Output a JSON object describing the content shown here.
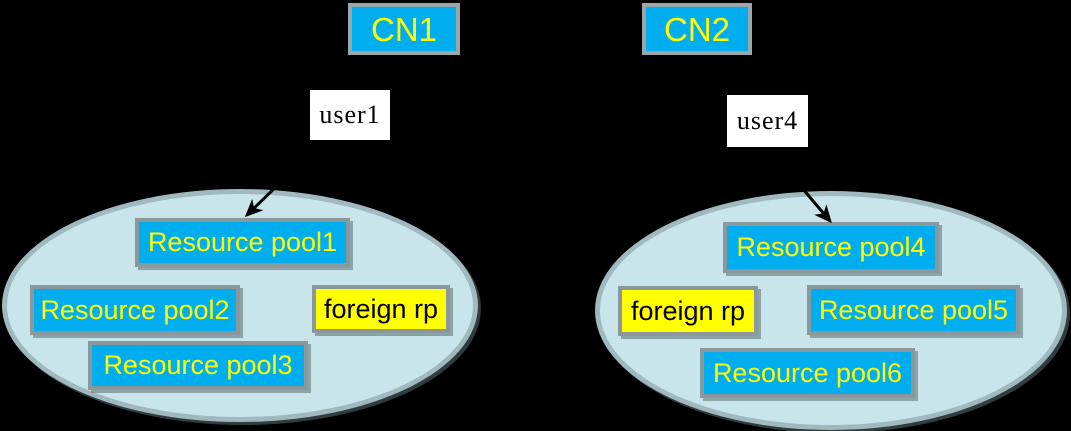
{
  "diagram": {
    "left": {
      "cn_label": "CN1",
      "user_label": "user1",
      "pools": [
        "Resource pool1",
        "Resource pool2",
        "Resource pool3"
      ],
      "foreign_label": "foreign rp"
    },
    "right": {
      "cn_label": "CN2",
      "user_label": "user4",
      "pools": [
        "Resource pool4",
        "Resource pool5",
        "Resource pool6"
      ],
      "foreign_label": "foreign rp"
    },
    "connections": [
      {
        "from": "user1",
        "to": "CN1"
      },
      {
        "from": "user1",
        "to": "Resource pool1"
      },
      {
        "from": "user4",
        "to": "CN2"
      },
      {
        "from": "user4",
        "to": "Resource pool4"
      }
    ],
    "colors": {
      "background": "#000000",
      "pool_fill": "#00AEEF",
      "pool_text": "#FFFF00",
      "box_border": "#8A989C",
      "cn_border": "#9AA6A9",
      "foreign_fill": "#FFFF00",
      "foreign_text": "#000000",
      "ellipse_fill": "#C7E5EA",
      "ellipse_border": "#9FB9BE",
      "user_fill": "#FFFFFF",
      "user_text": "#000000",
      "arrow": "#000000"
    }
  }
}
